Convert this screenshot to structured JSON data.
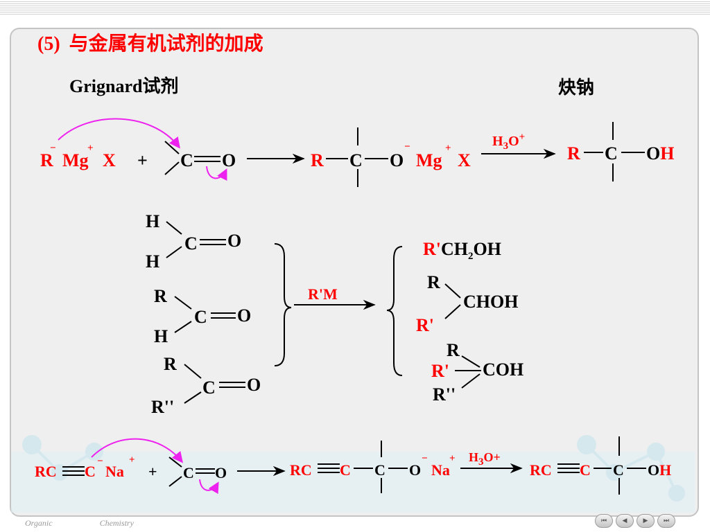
{
  "heading": {
    "number": "(5)",
    "text": "与金属有机试剂的加成"
  },
  "labels": {
    "grignard_en": "Grignard",
    "grignard_cn": "试剂",
    "sodium_acetylide": "炔钠"
  },
  "reaction1": {
    "R": "R",
    "Mg": "Mg",
    "X": "X",
    "C": "C",
    "O": "O",
    "OH": "OH",
    "H": "H",
    "plus": "+",
    "minus": "−",
    "reagent": "H3O+"
  },
  "aldehydes": {
    "formaldehyde": {
      "top": "H",
      "bottom": "H",
      "C": "C",
      "O": "O"
    },
    "aldehyde": {
      "top": "R",
      "bottom": "H",
      "C": "C",
      "O": "O"
    },
    "ketone": {
      "top": "R",
      "bottom": "R''",
      "C": "C",
      "O": "O"
    },
    "reagent": "R'M"
  },
  "products": {
    "primary": {
      "R": "R'",
      "rest": "CH2OH"
    },
    "secondary": {
      "top": "R",
      "bottom": "R'",
      "group": "CHOH"
    },
    "tertiary": {
      "top": "R",
      "mid": "R'",
      "bottom": "R''",
      "group": "COH"
    }
  },
  "reaction2": {
    "RC": "RC",
    "C": "C",
    "Na": "Na",
    "O": "O",
    "OH": "OH",
    "plus": "+",
    "minus": "−",
    "reagent": "H3O+"
  },
  "footer": {
    "left": "Organic",
    "right": "Chemistry"
  },
  "nav": {
    "first": "⏮",
    "prev": "◀",
    "next": "▶",
    "last": "⏭"
  }
}
